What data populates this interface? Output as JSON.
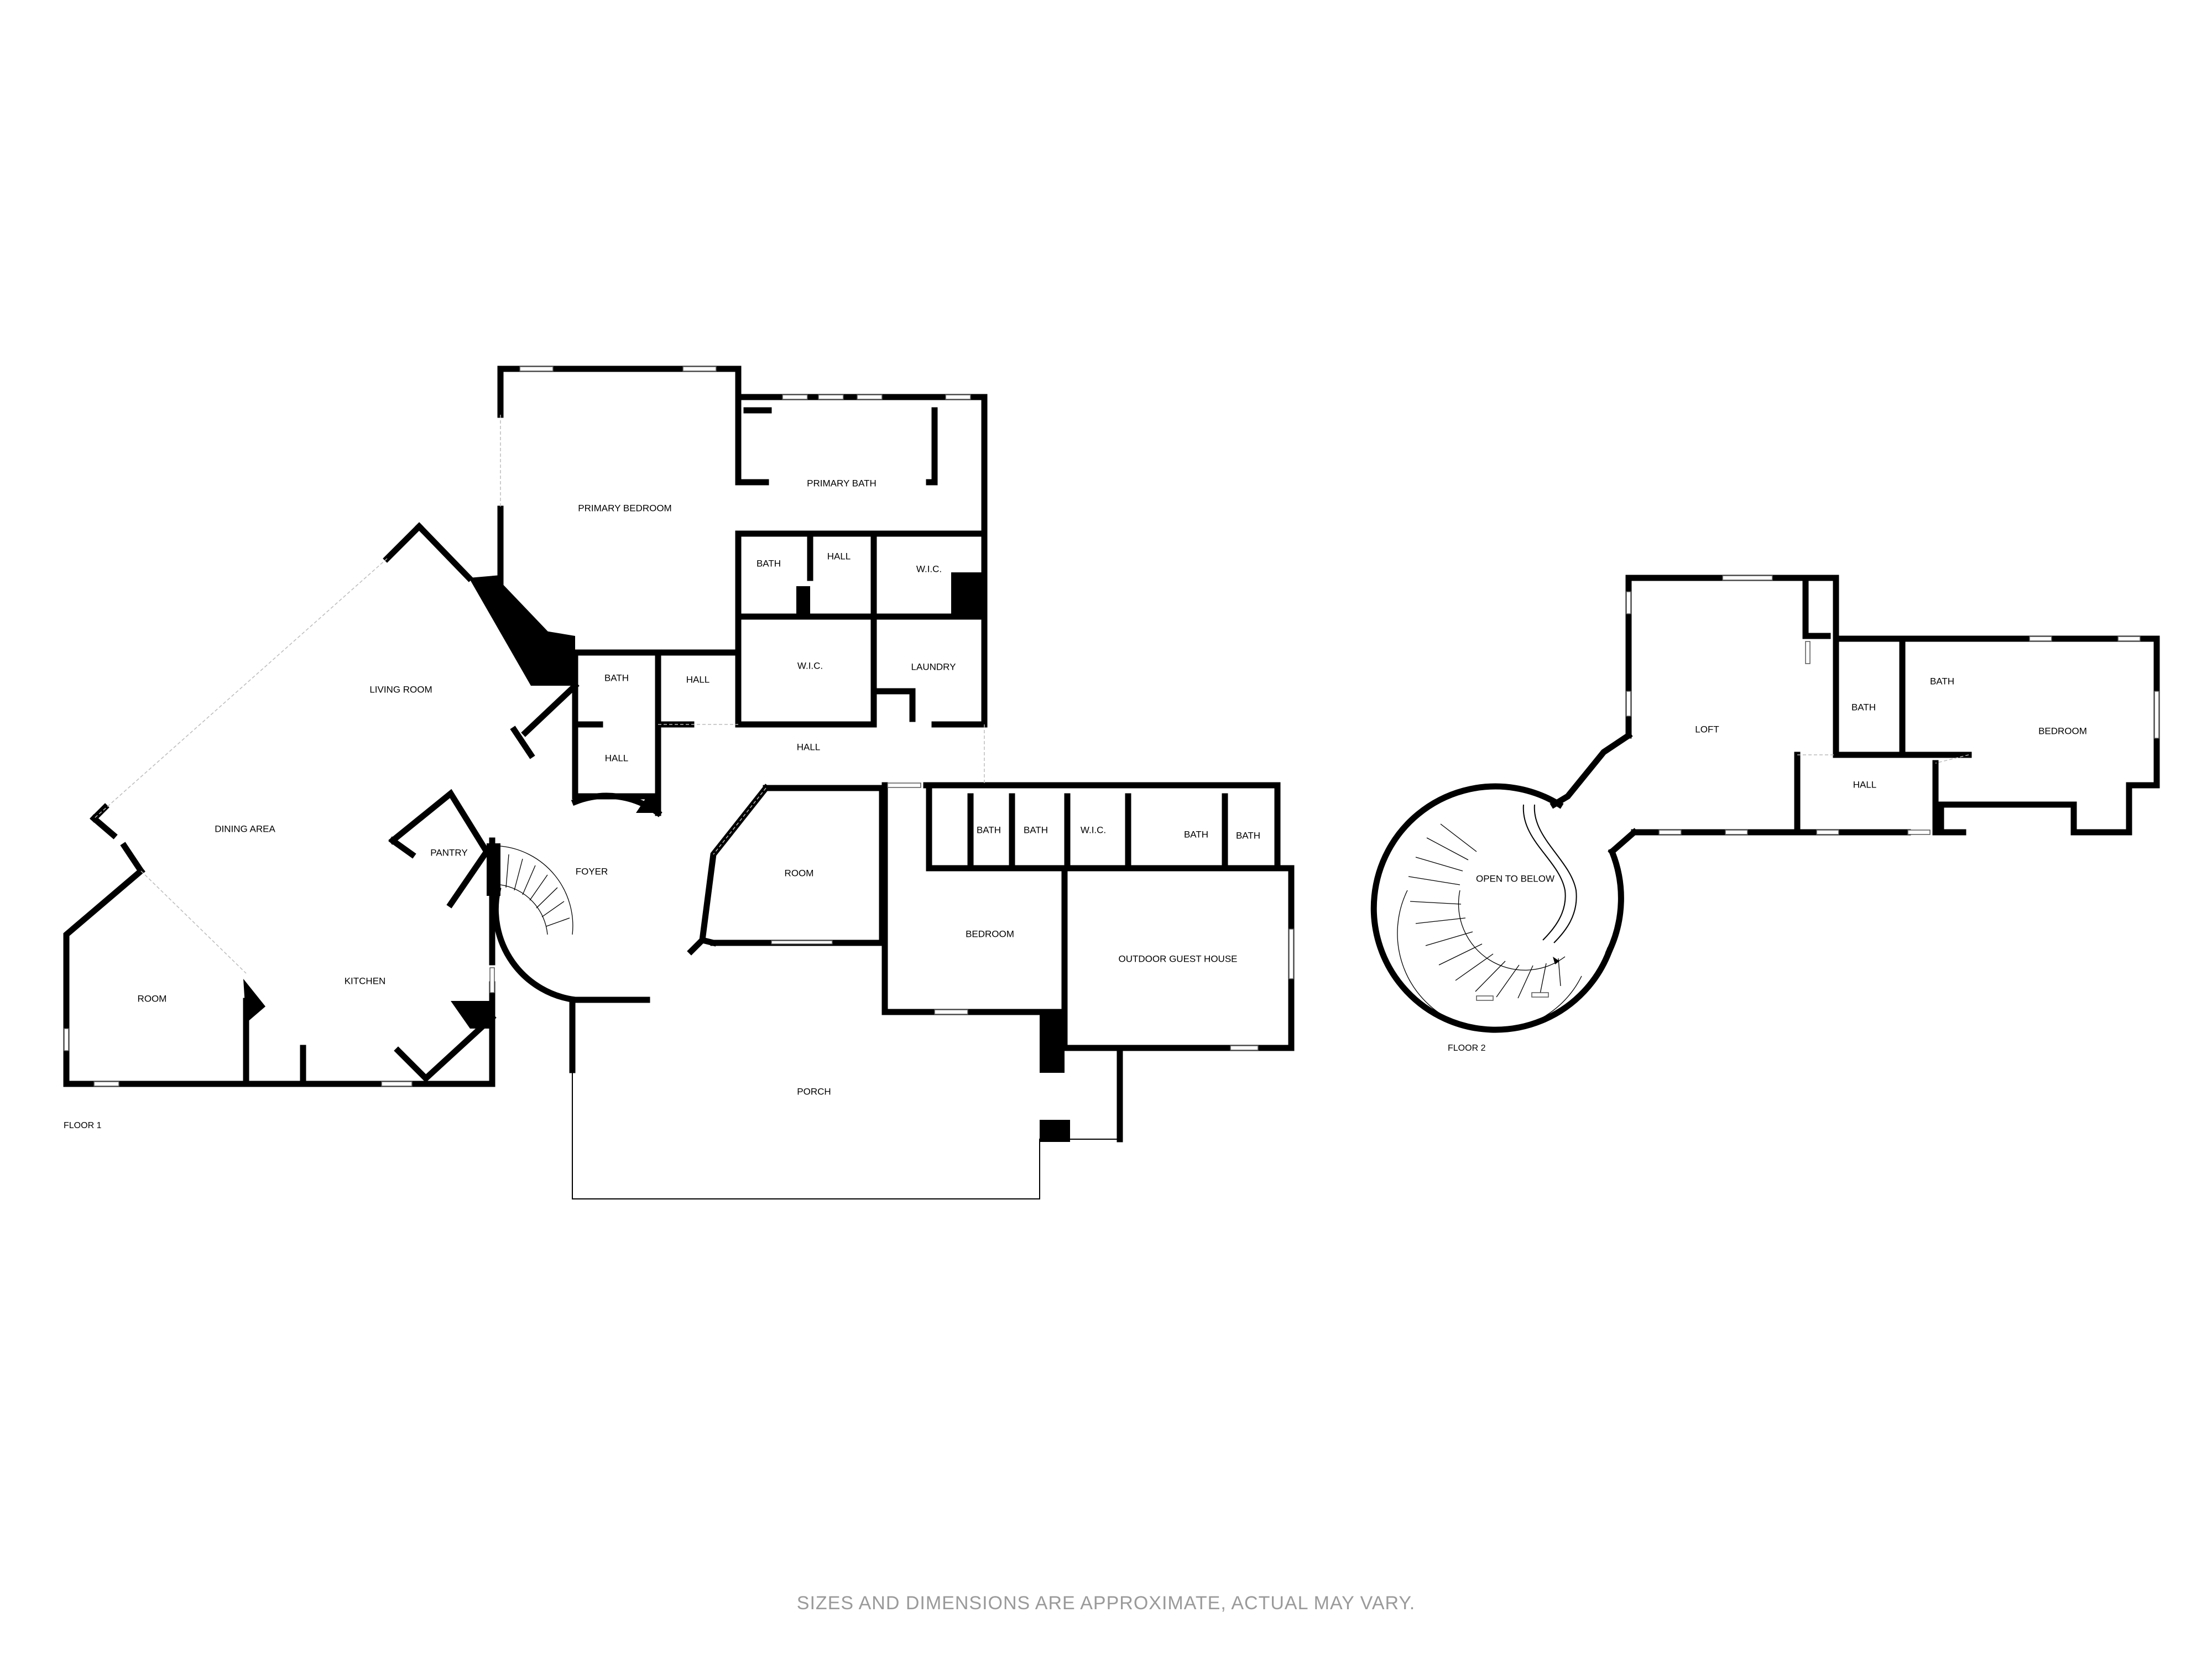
{
  "floors": [
    {
      "label": "FLOOR 1",
      "rooms": {
        "primary_bedroom": "PRIMARY BEDROOM",
        "primary_bath": "PRIMARY BATH",
        "bath_1": "BATH",
        "hall_1": "HALL",
        "wic_1": "W.I.C.",
        "bath_2": "BATH",
        "hall_2": "HALL",
        "wic_2": "W.I.C.",
        "laundry": "LAUNDRY",
        "living_room": "LIVING ROOM",
        "hall_3": "HALL",
        "hall_4": "HALL",
        "dining_area": "DINING AREA",
        "pantry": "PANTRY",
        "foyer": "FOYER",
        "room_1": "ROOM",
        "kitchen": "KITCHEN",
        "room_2": "ROOM",
        "bath_3": "BATH",
        "bath_4": "BATH",
        "wic_3": "W.I.C.",
        "bath_5": "BATH",
        "bath_6": "BATH",
        "bedroom": "BEDROOM",
        "outdoor_guest_house": "OUTDOOR GUEST HOUSE",
        "porch": "PORCH"
      }
    },
    {
      "label": "FLOOR 2",
      "rooms": {
        "loft": "LOFT",
        "bath_1": "BATH",
        "bath_2": "BATH",
        "bedroom": "BEDROOM",
        "hall": "HALL",
        "open_to_below": "OPEN TO BELOW"
      }
    }
  ],
  "disclaimer": "SIZES AND DIMENSIONS ARE APPROXIMATE, ACTUAL MAY VARY."
}
